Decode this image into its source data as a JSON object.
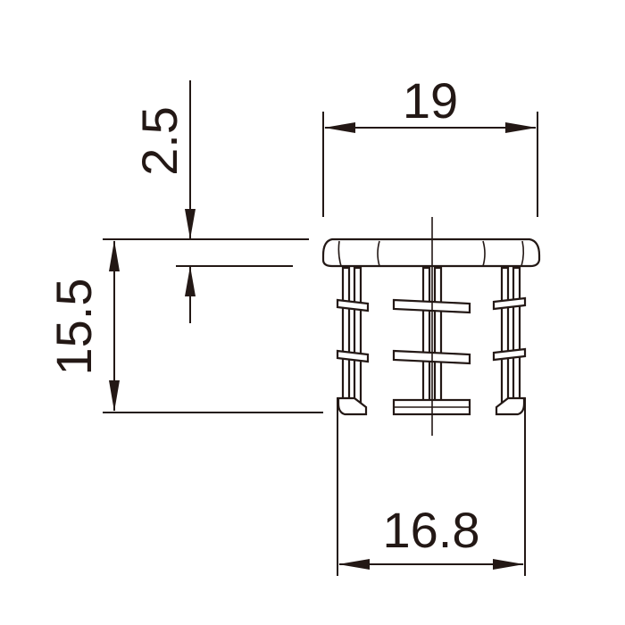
{
  "dimensions": {
    "top_width": "19",
    "bottom_width": "16.8",
    "flange_height": "2.5",
    "total_height": "15.5"
  },
  "colors": {
    "line": "#231815",
    "background": "#ffffff"
  }
}
